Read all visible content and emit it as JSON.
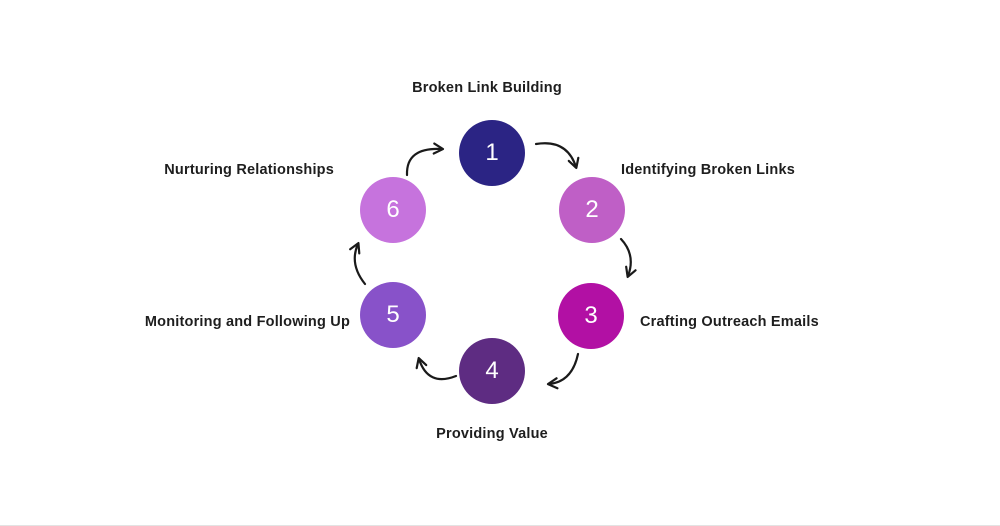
{
  "diagram": {
    "name": "broken-link-building-cycle",
    "steps": [
      {
        "number": "1",
        "label": "Broken Link Building",
        "color": "#2b2484"
      },
      {
        "number": "2",
        "label": "Identifying Broken Links",
        "color": "#bf5fc6"
      },
      {
        "number": "3",
        "label": "Crafting Outreach Emails",
        "color": "#b210a4"
      },
      {
        "number": "4",
        "label": "Providing Value",
        "color": "#5e2c82"
      },
      {
        "number": "5",
        "label": "Monitoring and Following Up",
        "color": "#8852c9"
      },
      {
        "number": "6",
        "label": "Nurturing Relationships",
        "color": "#c673dd"
      }
    ],
    "colors": {
      "background": "#ffffff",
      "label_text": "#1e1e1e",
      "number_text": "#ffffff",
      "arrow": "#1a1a1a"
    }
  }
}
